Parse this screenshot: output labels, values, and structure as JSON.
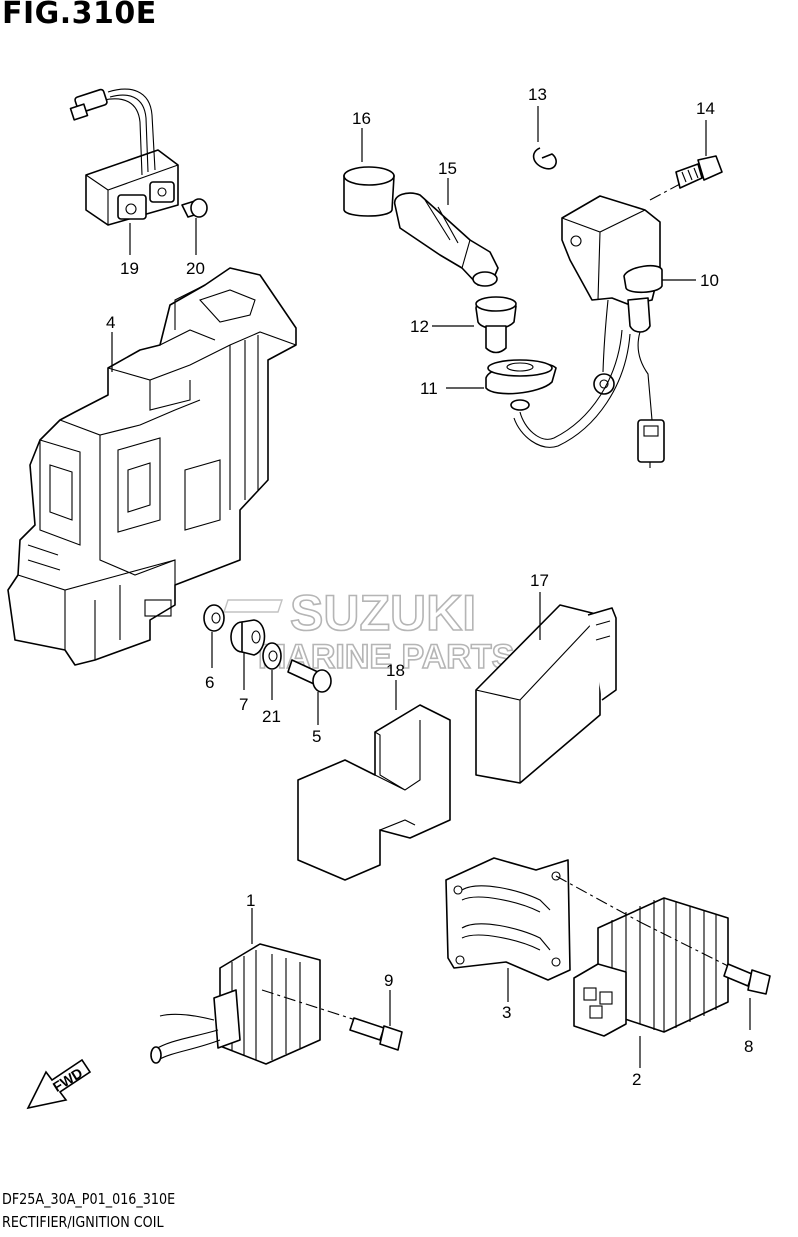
{
  "figure": {
    "title": "FIG.310E",
    "diagram_code": "DF25A_30A_P01_016_310E",
    "caption": "RECTIFIER/IGNITION COIL"
  },
  "watermark": {
    "line1": "SUZUKI",
    "line2": "MARINE PARTS"
  },
  "direction_marker": {
    "label": "FWD",
    "icon": "fwd-arrow-icon"
  },
  "callouts": [
    "1",
    "2",
    "3",
    "4",
    "5",
    "6",
    "7",
    "8",
    "9",
    "10",
    "11",
    "12",
    "13",
    "14",
    "15",
    "16",
    "17",
    "18",
    "19",
    "20",
    "21"
  ]
}
